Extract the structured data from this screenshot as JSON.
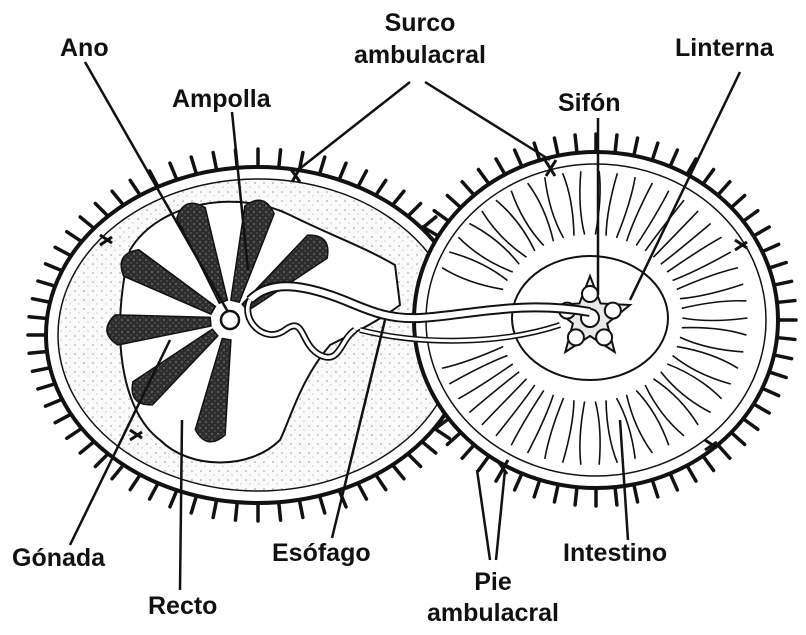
{
  "labels": {
    "ano": "Ano",
    "surco_1": "Surco",
    "surco_2": "ambulacral",
    "linterna": "Linterna",
    "ampolla": "Ampolla",
    "sifon": "Sifón",
    "gonada": "Gónada",
    "recto": "Recto",
    "esofago": "Esófago",
    "pie_1": "Pie",
    "pie_2": "ambulacral",
    "intestino": "Intestino"
  },
  "colors": {
    "ink": "#111111",
    "gonad_fill": "#2e2e2e",
    "body_fill": "#ffffff"
  }
}
